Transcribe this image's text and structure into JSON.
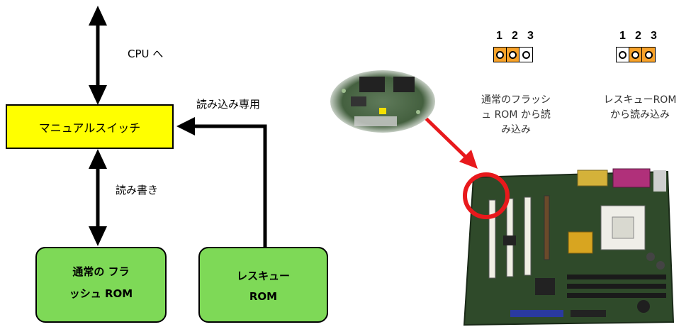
{
  "diagram": {
    "cpu_label": "CPU へ",
    "read_only_label": "読み込み専用",
    "read_write_label": "読み書き",
    "manual_switch_label": "マニュアルスイッチ",
    "normal_flash_box": {
      "line1": "通常の フラ",
      "line2": "ッシュ ROM"
    },
    "rescue_rom_box": {
      "line1": "レスキュー",
      "line2": "ROM"
    }
  },
  "jumpers": {
    "pin_numbers": [
      "1",
      "2",
      "3"
    ],
    "normal": {
      "caption_lines": [
        "通常のフラッシ",
        "ュ ROM から読",
        "み込み"
      ],
      "capped_pins": [
        1,
        2
      ]
    },
    "rescue": {
      "caption_lines": [
        "レスキューROM",
        "から読み込み"
      ],
      "capped_pins": [
        2,
        3
      ]
    }
  },
  "colors": {
    "switch_fill": "#ffff00",
    "box_fill": "#7ed957",
    "jumper_cap": "#f7a22a",
    "pointer_arrow": "#e8191c",
    "highlight_circle": "#e8191c"
  }
}
